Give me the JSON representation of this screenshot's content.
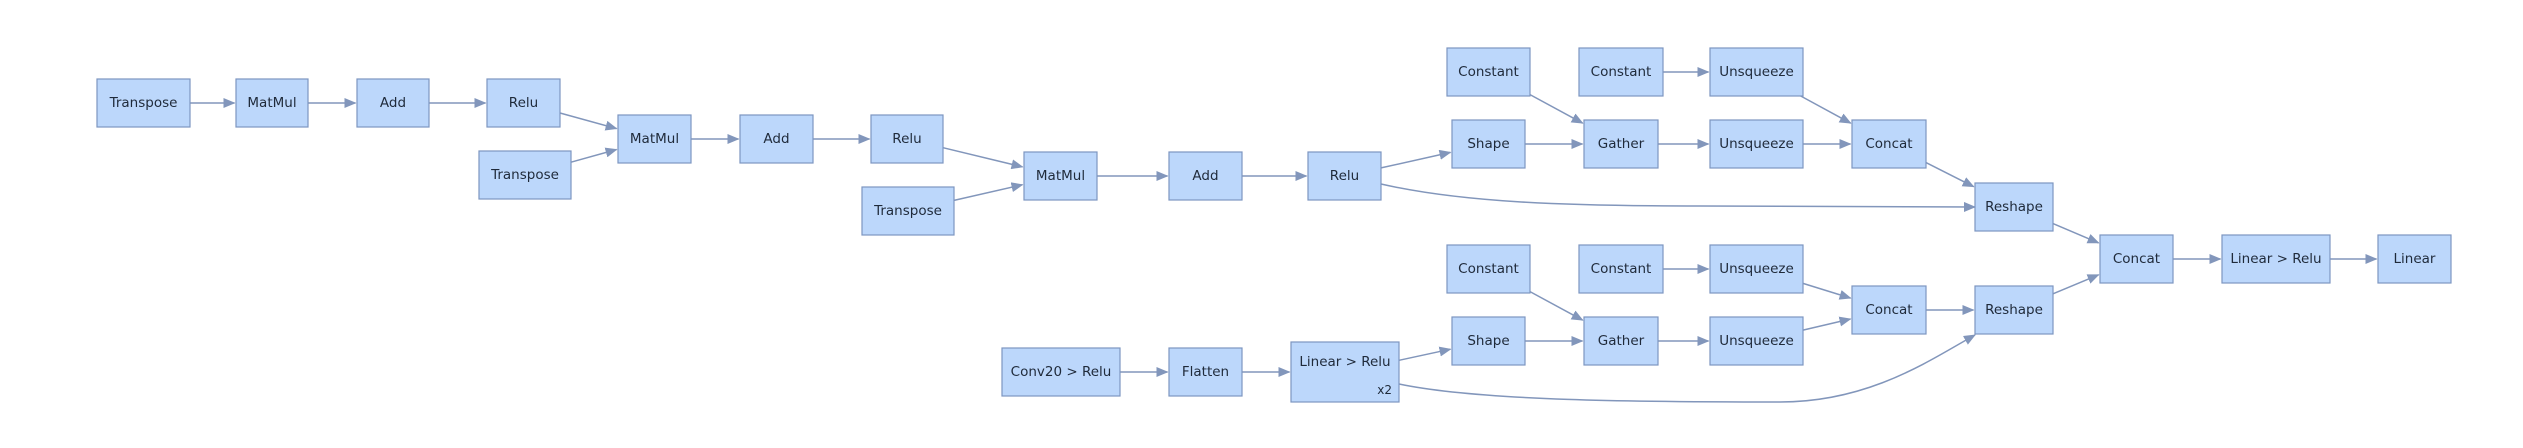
{
  "graph": {
    "nodes": [
      {
        "id": "transpose-1",
        "label": "Transpose"
      },
      {
        "id": "matmul-1",
        "label": "MatMul"
      },
      {
        "id": "add-1",
        "label": "Add"
      },
      {
        "id": "relu-1",
        "label": "Relu"
      },
      {
        "id": "transpose-2",
        "label": "Transpose"
      },
      {
        "id": "matmul-2",
        "label": "MatMul"
      },
      {
        "id": "add-2",
        "label": "Add"
      },
      {
        "id": "relu-2",
        "label": "Relu"
      },
      {
        "id": "transpose-3",
        "label": "Transpose"
      },
      {
        "id": "matmul-3",
        "label": "MatMul"
      },
      {
        "id": "add-3",
        "label": "Add"
      },
      {
        "id": "relu-3",
        "label": "Relu"
      },
      {
        "id": "constant-1",
        "label": "Constant"
      },
      {
        "id": "constant-2",
        "label": "Constant"
      },
      {
        "id": "unsqueeze-1",
        "label": "Unsqueeze"
      },
      {
        "id": "shape-1",
        "label": "Shape"
      },
      {
        "id": "gather-1",
        "label": "Gather"
      },
      {
        "id": "unsqueeze-2",
        "label": "Unsqueeze"
      },
      {
        "id": "concat-1",
        "label": "Concat"
      },
      {
        "id": "reshape-1",
        "label": "Reshape"
      },
      {
        "id": "concat-final",
        "label": "Concat"
      },
      {
        "id": "linear-relu-final",
        "label": "Linear > Relu"
      },
      {
        "id": "linear-final",
        "label": "Linear"
      },
      {
        "id": "constant-3",
        "label": "Constant"
      },
      {
        "id": "constant-4",
        "label": "Constant"
      },
      {
        "id": "unsqueeze-3",
        "label": "Unsqueeze"
      },
      {
        "id": "shape-2",
        "label": "Shape"
      },
      {
        "id": "gather-2",
        "label": "Gather"
      },
      {
        "id": "unsqueeze-4",
        "label": "Unsqueeze"
      },
      {
        "id": "concat-2",
        "label": "Concat"
      },
      {
        "id": "reshape-2",
        "label": "Reshape"
      },
      {
        "id": "conv-relu",
        "label": "Conv20 > Relu"
      },
      {
        "id": "flatten",
        "label": "Flatten"
      },
      {
        "id": "linear-relu-x2",
        "label": "Linear > Relu",
        "badge": "x2"
      }
    ],
    "edges": [
      [
        "transpose-1",
        "matmul-1"
      ],
      [
        "matmul-1",
        "add-1"
      ],
      [
        "add-1",
        "relu-1"
      ],
      [
        "relu-1",
        "matmul-2"
      ],
      [
        "transpose-2",
        "matmul-2"
      ],
      [
        "matmul-2",
        "add-2"
      ],
      [
        "add-2",
        "relu-2"
      ],
      [
        "relu-2",
        "matmul-3"
      ],
      [
        "transpose-3",
        "matmul-3"
      ],
      [
        "matmul-3",
        "add-3"
      ],
      [
        "add-3",
        "relu-3"
      ],
      [
        "relu-3",
        "shape-1"
      ],
      [
        "relu-3",
        "reshape-1"
      ],
      [
        "constant-2",
        "unsqueeze-1"
      ],
      [
        "constant-1",
        "gather-1"
      ],
      [
        "shape-1",
        "gather-1"
      ],
      [
        "gather-1",
        "unsqueeze-2"
      ],
      [
        "unsqueeze-1",
        "concat-1"
      ],
      [
        "unsqueeze-2",
        "concat-1"
      ],
      [
        "concat-1",
        "reshape-1"
      ],
      [
        "reshape-1",
        "concat-final"
      ],
      [
        "reshape-2",
        "concat-final"
      ],
      [
        "concat-final",
        "linear-relu-final"
      ],
      [
        "linear-relu-final",
        "linear-final"
      ],
      [
        "constant-4",
        "unsqueeze-3"
      ],
      [
        "constant-3",
        "gather-2"
      ],
      [
        "shape-2",
        "gather-2"
      ],
      [
        "gather-2",
        "unsqueeze-4"
      ],
      [
        "unsqueeze-3",
        "concat-2"
      ],
      [
        "unsqueeze-4",
        "concat-2"
      ],
      [
        "concat-2",
        "reshape-2"
      ],
      [
        "conv-relu",
        "flatten"
      ],
      [
        "flatten",
        "linear-relu-x2"
      ],
      [
        "linear-relu-x2",
        "shape-2"
      ],
      [
        "linear-relu-x2",
        "reshape-2"
      ]
    ]
  }
}
